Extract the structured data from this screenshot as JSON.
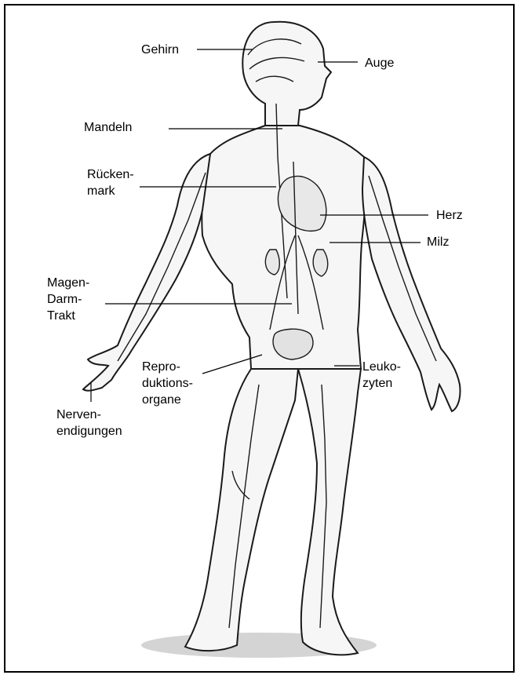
{
  "labels": {
    "gehirn": "Gehirn",
    "auge": "Auge",
    "mandeln": "Mandeln",
    "rueckenmark": "Rücken-\nmark",
    "herz": "Herz",
    "milz": "Milz",
    "magen": "Magen-\nDarm-\nTrakt",
    "repro": "Repro-\nduktions-\norgane",
    "leuko": "Leuko-\nzyten",
    "nerven": "Nerven-\nendigungen"
  },
  "colors": {
    "line": "#000000",
    "ink": "#1a1a1a",
    "skin": "#f4f4f4",
    "shadow": "#cfcfcf"
  }
}
